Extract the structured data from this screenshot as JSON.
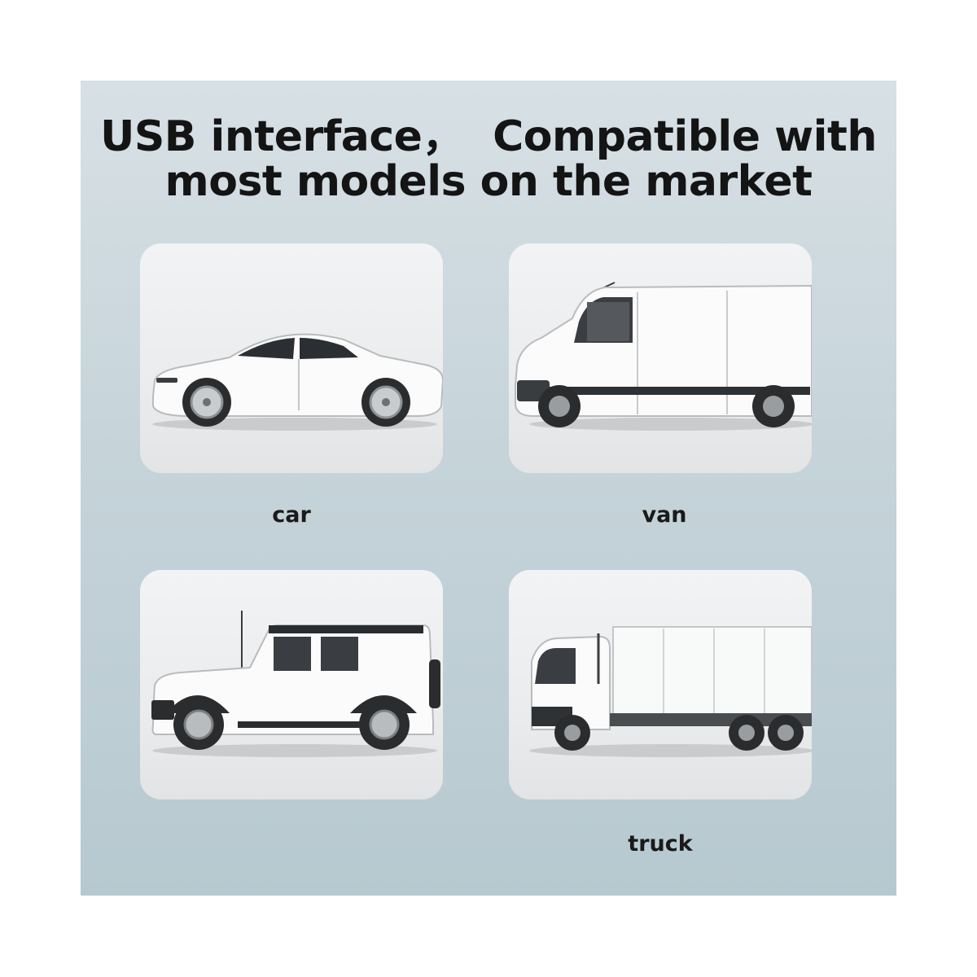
{
  "headline": {
    "line1": "USB interface，  Compatible with",
    "line2": "most models on the market"
  },
  "vehicles": [
    {
      "label": "car",
      "icon": "car-illustration"
    },
    {
      "label": "van",
      "icon": "van-illustration"
    },
    {
      "label": "",
      "icon": "suv-illustration"
    },
    {
      "label": "truck",
      "icon": "truck-illustration"
    }
  ],
  "colors": {
    "background_top": "#d7e0e5",
    "background_bottom": "#b7c9d0",
    "card": "#eeeff0",
    "text": "#141414"
  }
}
